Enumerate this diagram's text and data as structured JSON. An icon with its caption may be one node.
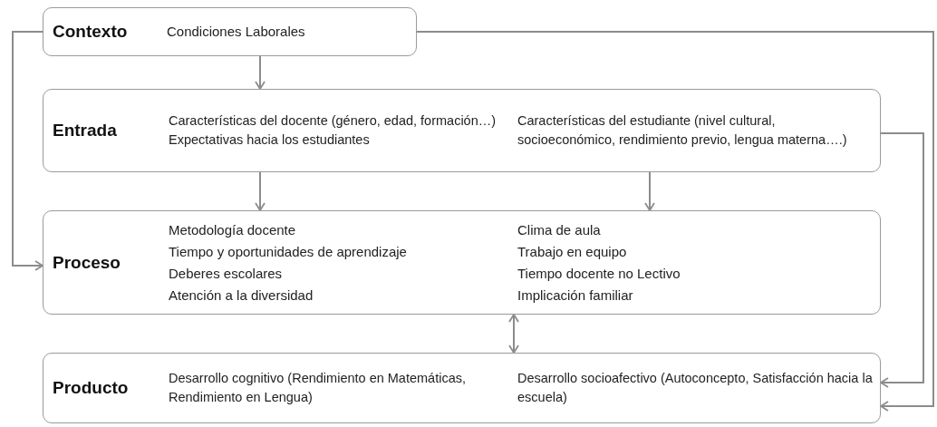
{
  "diagram": {
    "nodes": [
      {
        "text": [
          "Contexto",
          "Condiciones Laborales"
        ]
      },
      {
        "text": [
          "Entrada",
          "Características del docente (género, edad, formación…)",
          "Expectativas hacia los estudiantes",
          "Características del estudiante (nivel cultural, socioeconómico, rendimiento previo, lengua materna….)"
        ]
      },
      {
        "text": [
          "Proceso",
          "Metodología docente",
          "Tiempo y oportunidades de aprendizaje",
          "Deberes escolares",
          "Atención a la diversidad",
          "Clima de aula",
          "Trabajo en equipo",
          "Tiempo docente no Lectivo",
          "Implicación familiar"
        ]
      },
      {
        "text": [
          "Producto",
          "Desarrollo cognitivo (Rendimiento en Matemáticas, Rendimiento en Lengua)",
          "Desarrollo socioafectivo (Autoconcepto, Satisfacción hacia la escuela)"
        ]
      }
    ],
    "edges": [
      {
        "from": 0,
        "to": 1,
        "arrow": "to"
      },
      {
        "from": 1,
        "to": 2,
        "arrow": "to"
      },
      {
        "from": 1,
        "to": 2,
        "arrow": "to"
      },
      {
        "from": 2,
        "to": 3,
        "arrow": "both"
      },
      {
        "from": 0,
        "to": 2,
        "arrow": "to"
      },
      {
        "from": 0,
        "to": 3,
        "arrow": "to"
      },
      {
        "from": 1,
        "to": 3,
        "arrow": "to"
      }
    ]
  }
}
